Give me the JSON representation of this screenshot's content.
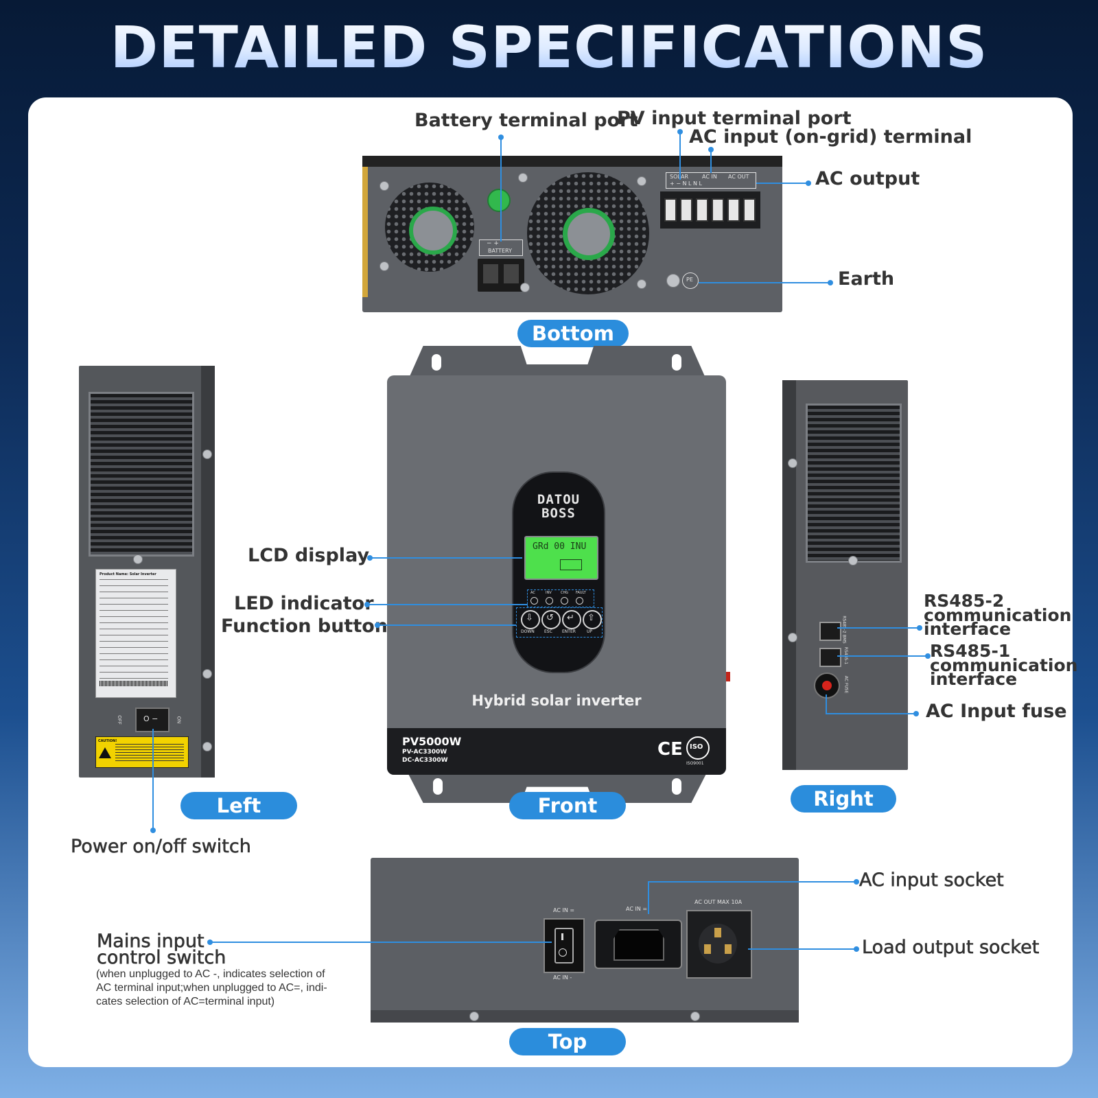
{
  "headline": "DETAILED SPECIFICATIONS",
  "views": {
    "bottom": "Bottom",
    "left": "Left",
    "front": "Front",
    "right": "Right",
    "top": "Top"
  },
  "callouts": {
    "battery_terminal": "Battery terminal port",
    "pv_input": "PV input terminal port",
    "ac_input_terminal": "AC input (on-grid) terminal",
    "ac_output": "AC output",
    "earth": "Earth",
    "lcd_display": "LCD display",
    "led_indicator": "LED indicator",
    "function_button": "Function button",
    "rs485_2_line1": "RS485-2",
    "rs485_2_line2": "communication",
    "rs485_2_line3": "interface",
    "rs485_1_line1": "RS485-1",
    "rs485_1_line2": "communication",
    "rs485_1_line3": "interface",
    "ac_input_fuse": "AC Input fuse",
    "power_switch": "Power on/off switch",
    "ac_input_socket": "AC input socket",
    "load_output_socket": "Load output socket",
    "mains_line1": "Mains input",
    "mains_line2": "control switch",
    "mains_note_line1": "(when unplugged to AC -, indicates selection of",
    "mains_note_line2": "AC terminal input;when unplugged to AC=, indi-",
    "mains_note_line3": "cates selection of AC=terminal input)"
  },
  "device": {
    "brand_line1": "DATOU",
    "brand_line2": "BOSS",
    "product_name": "Hybrid solar inverter",
    "model": "PV5000W",
    "sub_model1": "PV-AC3300W",
    "sub_model2": "DC-AC3300W",
    "cert_ce": "CE",
    "cert_iso": "ISO",
    "cert_iso_code": "ISO9001",
    "lcd_text": "GRd 00 INU",
    "led_labels": [
      "AC",
      "INV",
      "CHG",
      "FAULT"
    ],
    "button_labels": [
      "DOWN",
      "ESC",
      "ENTER",
      "UP"
    ],
    "button_icons": [
      "⇩",
      "↺",
      "↵",
      "⇧"
    ],
    "terminal_labels": {
      "solar": "SOLAR",
      "ac_in": "AC IN",
      "ac_out": "AC OUT",
      "polarity": "+  −   N  L  N  L"
    },
    "battery_label": "BATTERY",
    "battery_polarity": "−      +",
    "pe_label": "PE",
    "top_labels": {
      "ac_in_eq": "AC IN =",
      "ac_in_minus": "AC IN -",
      "ac_in_eq2": "AC IN =",
      "ac_out_max": "AC OUT MAX 10A"
    },
    "switch_off": "OFF",
    "switch_on": "ON",
    "switch_glyph": "O −",
    "rs485_2_tag": "RS485-2 BMS",
    "rs485_1_tag": "RS485-1",
    "ac_fuse_tag": "AC FUSE",
    "label_title": "Product Name: Solar Inverter",
    "caution": "CAUTION!"
  }
}
